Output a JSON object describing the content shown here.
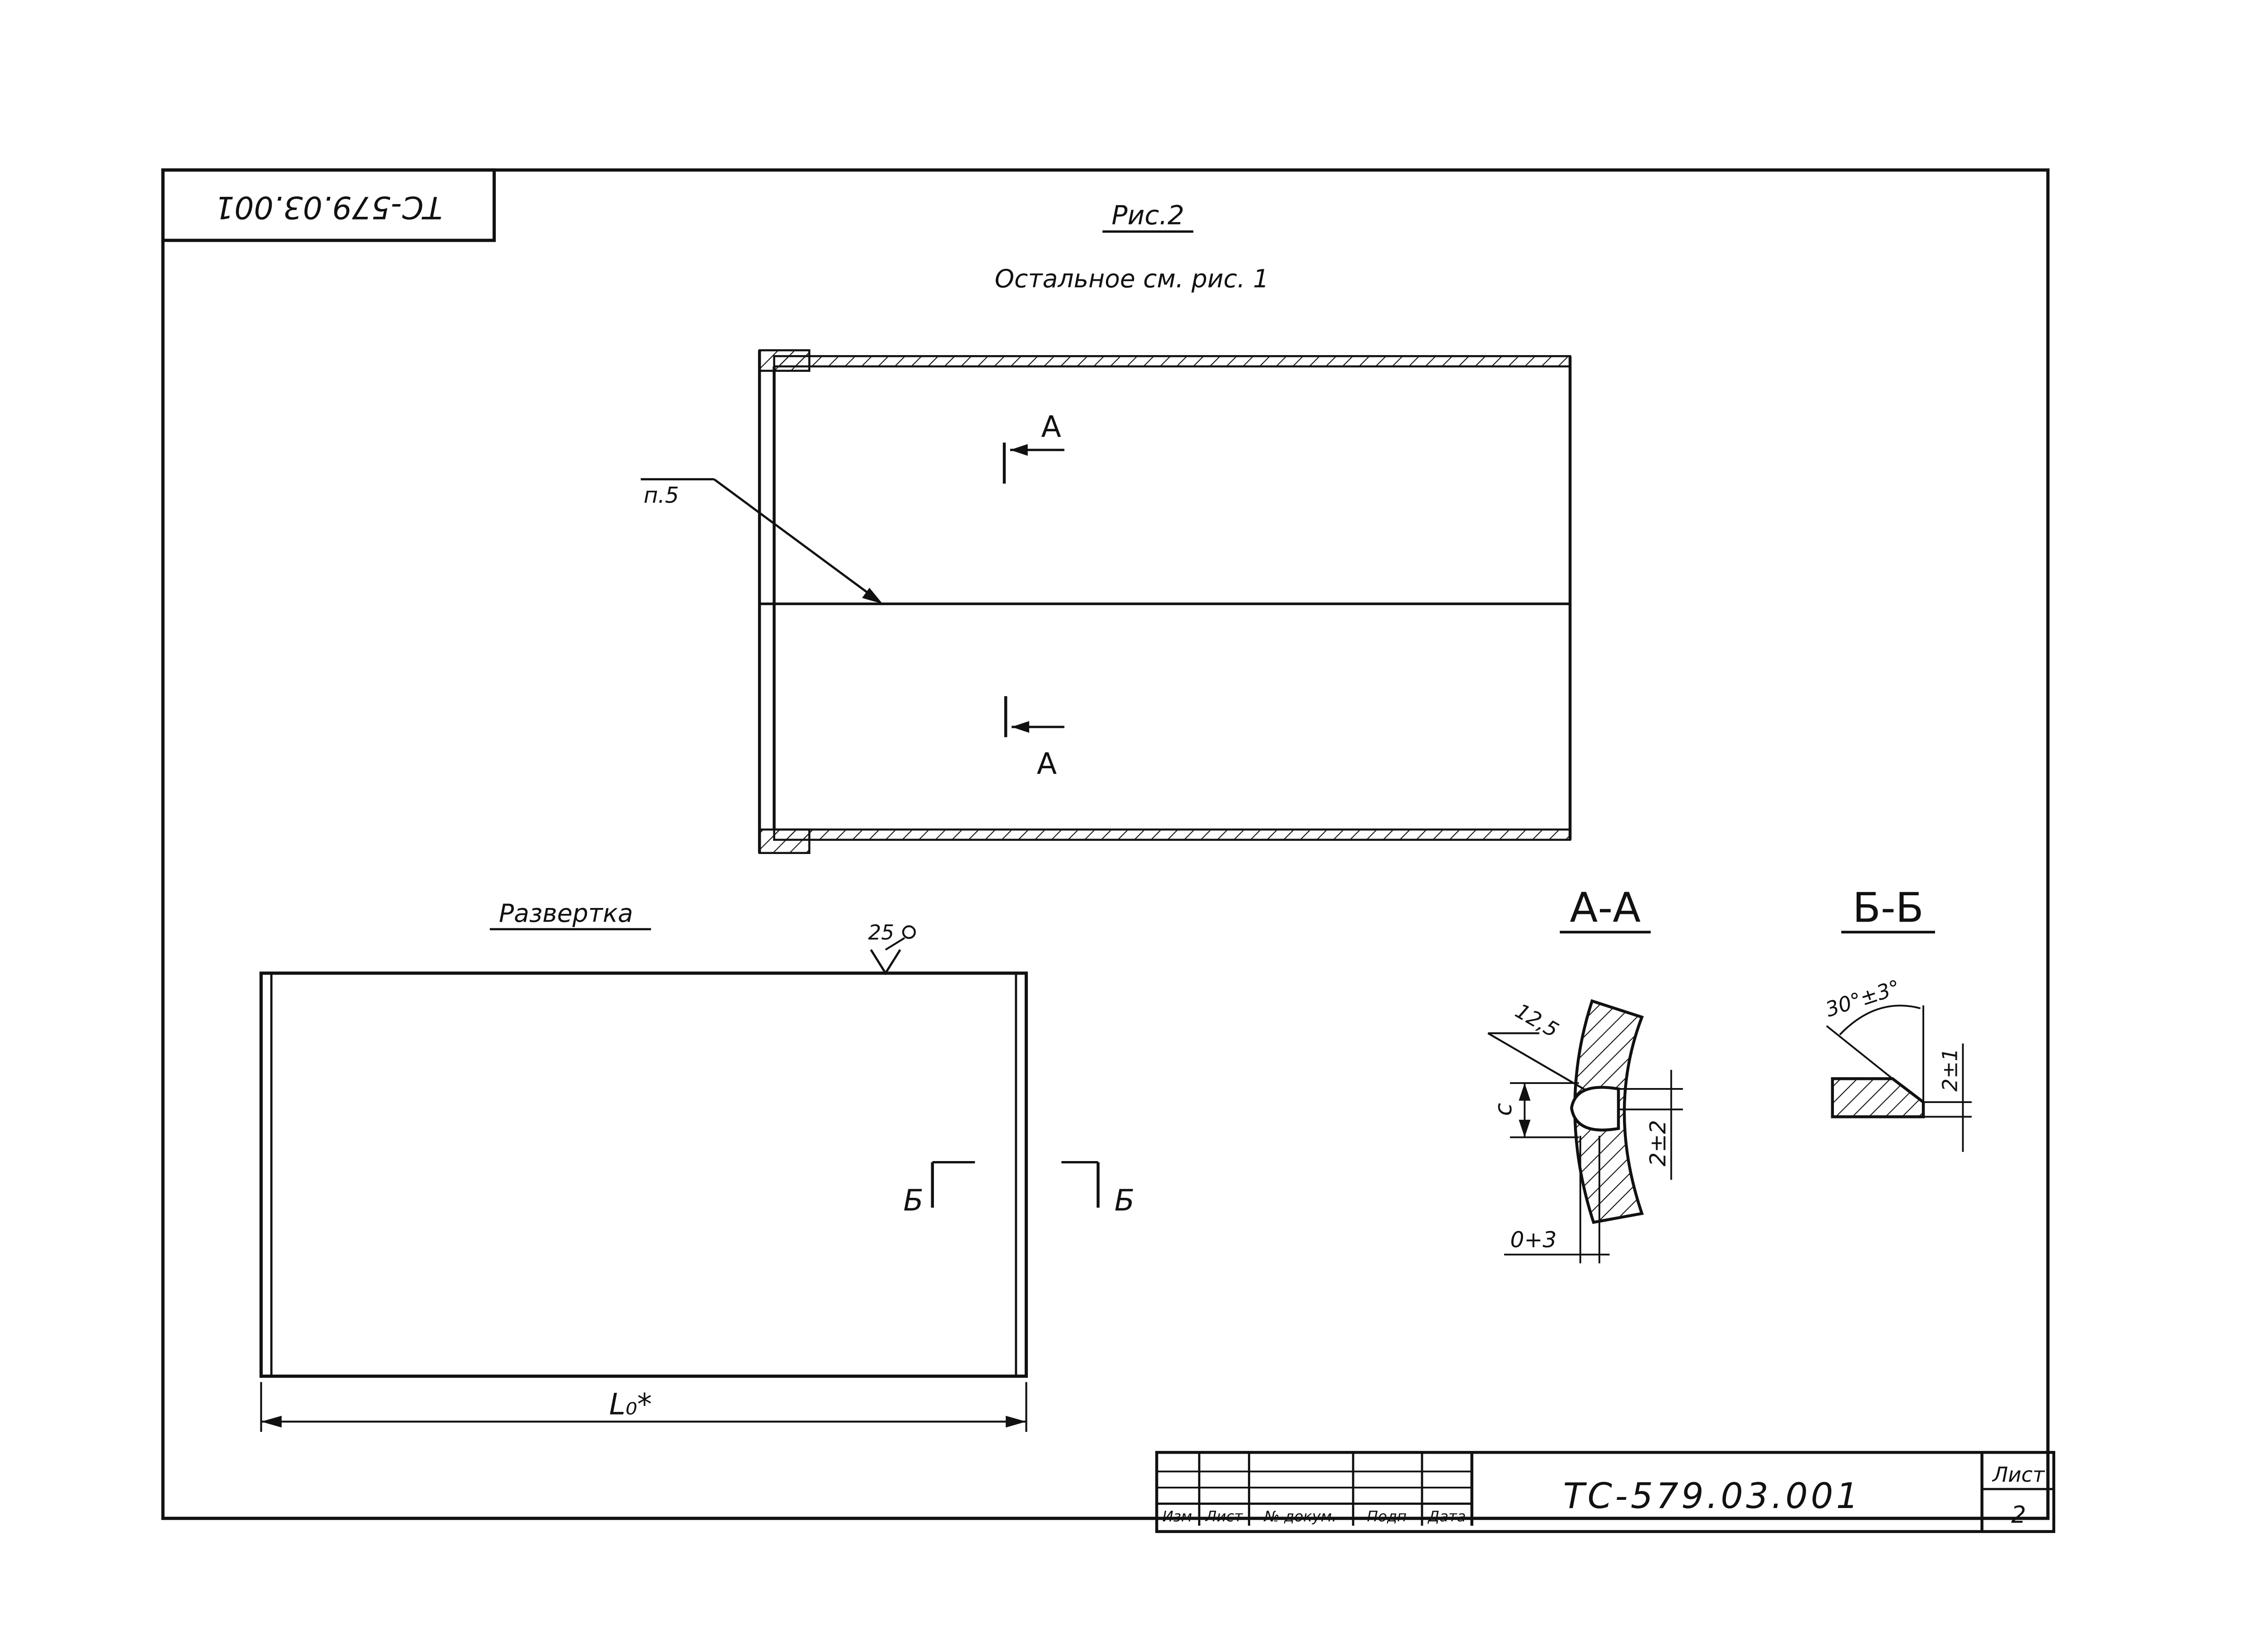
{
  "stamp_code_rotated": "ТС-579.03.001",
  "figure_title": "Рис.2",
  "figure_note": "Остальное см. рис. 1",
  "leader_label": "п.5",
  "section_a_marker": "А",
  "section_b_marker": "Б",
  "unfold_title": "Развертка",
  "weld_symbol_value": "25",
  "length_label": "L₀*",
  "section_aa_title": "А-А",
  "section_bb_title": "Б-Б",
  "aa_dims": {
    "radius": "12,5",
    "c": "с",
    "gap_top": "2±2",
    "gap_bottom": "0+3"
  },
  "bb_dims": {
    "angle": "30°±3°",
    "land": "2±1"
  },
  "title_block": {
    "headers": [
      "Изм",
      "Лист",
      "№ докум.",
      "Подп",
      "Дата"
    ],
    "code": "ТС-579.03.001",
    "sheet_label": "Лист",
    "sheet_number": "2"
  }
}
